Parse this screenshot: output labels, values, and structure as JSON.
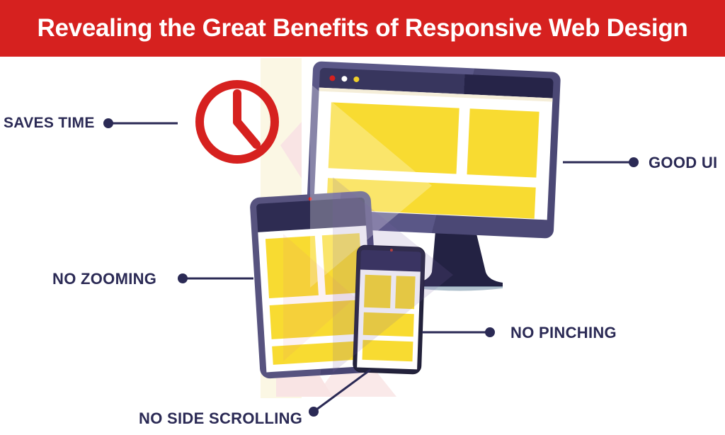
{
  "header": {
    "title": "Revealing the Great Benefits of Responsive Web Design",
    "bg_color": "#d6211f",
    "text_color": "#ffffff"
  },
  "benefits": [
    {
      "id": "saves-time",
      "label": "SAVES TIME",
      "side": "left",
      "points_to": "clock-icon"
    },
    {
      "id": "good-ui",
      "label": "GOOD UI",
      "side": "right",
      "points_to": "desktop-monitor"
    },
    {
      "id": "no-zooming",
      "label": "NO ZOOMING",
      "side": "left",
      "points_to": "tablet"
    },
    {
      "id": "no-pinching",
      "label": "NO PINCHING",
      "side": "right",
      "points_to": "phone"
    },
    {
      "id": "no-side-scrolling",
      "label": "NO SIDE SCROLLING",
      "side": "bottom",
      "points_to": "phone"
    }
  ],
  "icons": {
    "clock": "clock-icon (red outline clock showing ~12:20)",
    "browser_window_dots": [
      "red-dot",
      "white-dot",
      "yellow-dot"
    ],
    "device_cameras": "red camera-dot on tablet and phone"
  },
  "devices": [
    "desktop-monitor",
    "tablet",
    "smartphone"
  ],
  "colors": {
    "accent_red": "#d6211f",
    "label_navy": "#2b2a55",
    "frame_purple": "#57537f",
    "frame_dark_navy": "#23223c",
    "browser_bar_navy": "#38365e",
    "content_yellow": "#f8db31",
    "watermark_cream": "#fbf7e4",
    "watermark_pink": "#f9e4e4"
  }
}
